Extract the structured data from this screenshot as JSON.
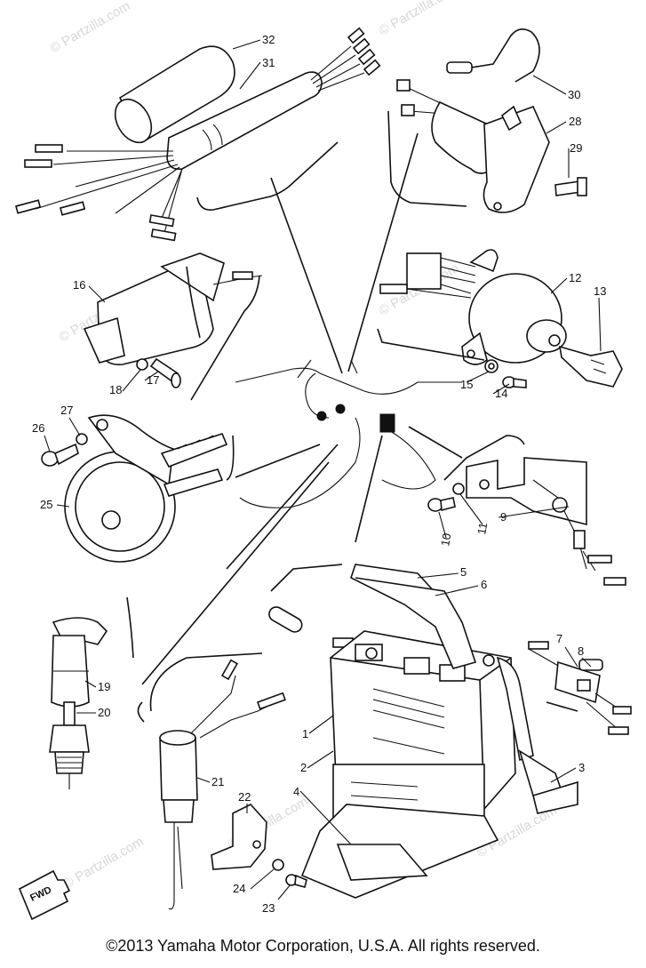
{
  "diagram": {
    "watermark": "© Partzilla.com",
    "fwd_label": "FWD",
    "callouts": [
      "1",
      "2",
      "3",
      "4",
      "5",
      "6",
      "7",
      "8",
      "9",
      "10",
      "11",
      "12",
      "13",
      "14",
      "15",
      "16",
      "17",
      "18",
      "19",
      "20",
      "21",
      "22",
      "23",
      "24",
      "25",
      "26",
      "27",
      "28",
      "29",
      "30",
      "31",
      "32"
    ]
  },
  "footer": {
    "copyright": "©2013 Yamaha Motor Corporation, U.S.A. All rights reserved."
  }
}
